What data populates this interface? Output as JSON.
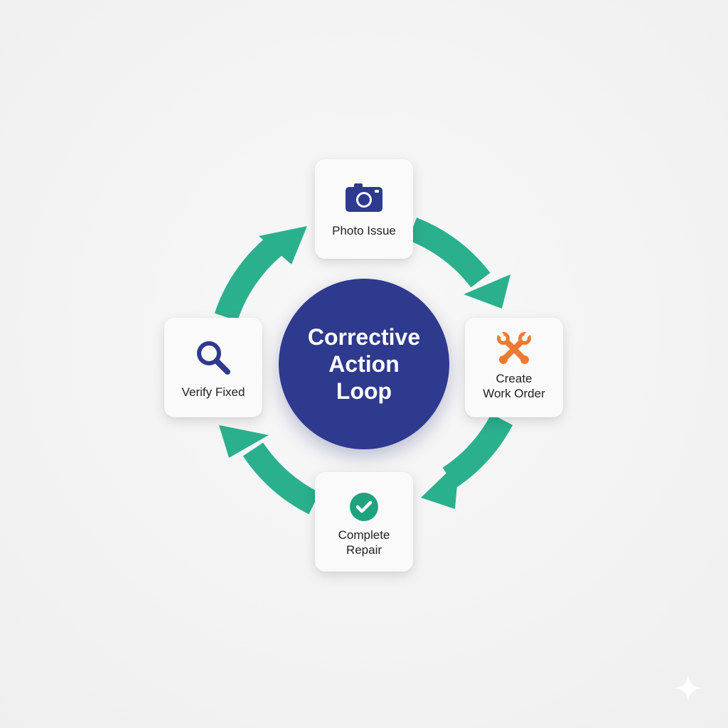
{
  "diagram": {
    "center_title": "Corrective\nAction\nLoop",
    "steps": [
      {
        "label": "Photo Issue",
        "icon": "camera-icon"
      },
      {
        "label": "Create\nWork Order",
        "icon": "wrench-screwdriver-icon"
      },
      {
        "label": "Complete\nRepair",
        "icon": "checkmark-circle-icon"
      },
      {
        "label": "Verify Fixed",
        "icon": "magnifier-icon"
      }
    ],
    "flow": "clockwise"
  },
  "colors": {
    "hub": "#2e3a8e",
    "arrows": "#2bb08e",
    "camera_icon": "#2e3a8e",
    "tools_icon": "#ee7a30",
    "check_icon": "#1fa37f",
    "magnifier_icon": "#2e3a8e",
    "background": "#f3f3f3"
  }
}
